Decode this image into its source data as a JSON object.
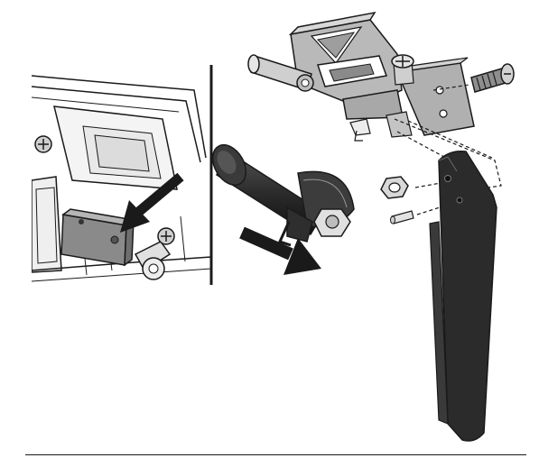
{
  "figure": {
    "panels": [
      "inset-tiller-linkage-closeup",
      "rudder-assembly-exploded-view"
    ],
    "parts": [
      "rudder-bracket",
      "rudder-pivot-pin",
      "bracket-mounting-screw",
      "hex-nut",
      "roll-pin",
      "rudder-blade",
      "tiller-linkage-bolt"
    ],
    "colors": {
      "outline": "#1a1a1a",
      "part_dark": "#2b2b2b",
      "part_mid": "#8a8a8a",
      "part_light": "#c9c9c9",
      "background": "#ffffff"
    },
    "icons": [
      "arrow-icon"
    ]
  }
}
